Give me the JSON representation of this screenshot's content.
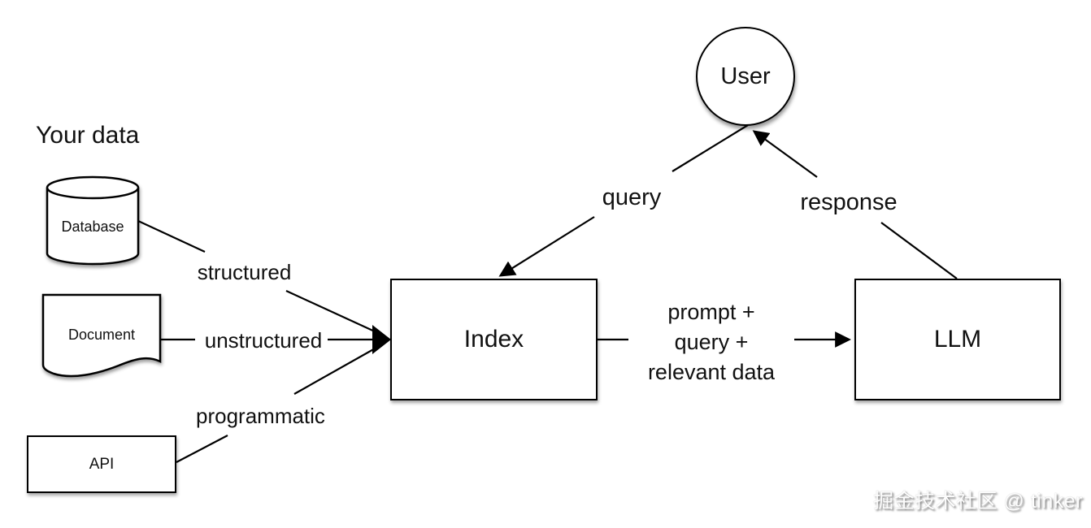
{
  "title": {
    "text": "Your data"
  },
  "nodes": {
    "database": {
      "label": "Database",
      "shape": "cylinder"
    },
    "document": {
      "label": "Document",
      "shape": "document"
    },
    "api": {
      "label": "API",
      "shape": "rect"
    },
    "index": {
      "label": "Index",
      "shape": "rect"
    },
    "llm": {
      "label": "LLM",
      "shape": "rect"
    },
    "user": {
      "label": "User",
      "shape": "circle"
    }
  },
  "edges": {
    "structured": {
      "label": "structured",
      "from": "database",
      "to": "index"
    },
    "unstructured": {
      "label": "unstructured",
      "from": "document",
      "to": "index"
    },
    "programmatic": {
      "label": "programmatic",
      "from": "api",
      "to": "index"
    },
    "query": {
      "label": "query",
      "from": "user",
      "to": "index"
    },
    "prompt": {
      "label": "prompt +\nquery +\nrelevant data",
      "from": "index",
      "to": "llm"
    },
    "response": {
      "label": "response",
      "from": "llm",
      "to": "user"
    }
  },
  "watermark": {
    "text": "掘金技术社区 @ tinker"
  },
  "colors": {
    "background": "#ffffff",
    "stroke": "#000000",
    "text": "#111111",
    "watermark_text": "#fdfdfd",
    "watermark_shadow": "#696969"
  }
}
